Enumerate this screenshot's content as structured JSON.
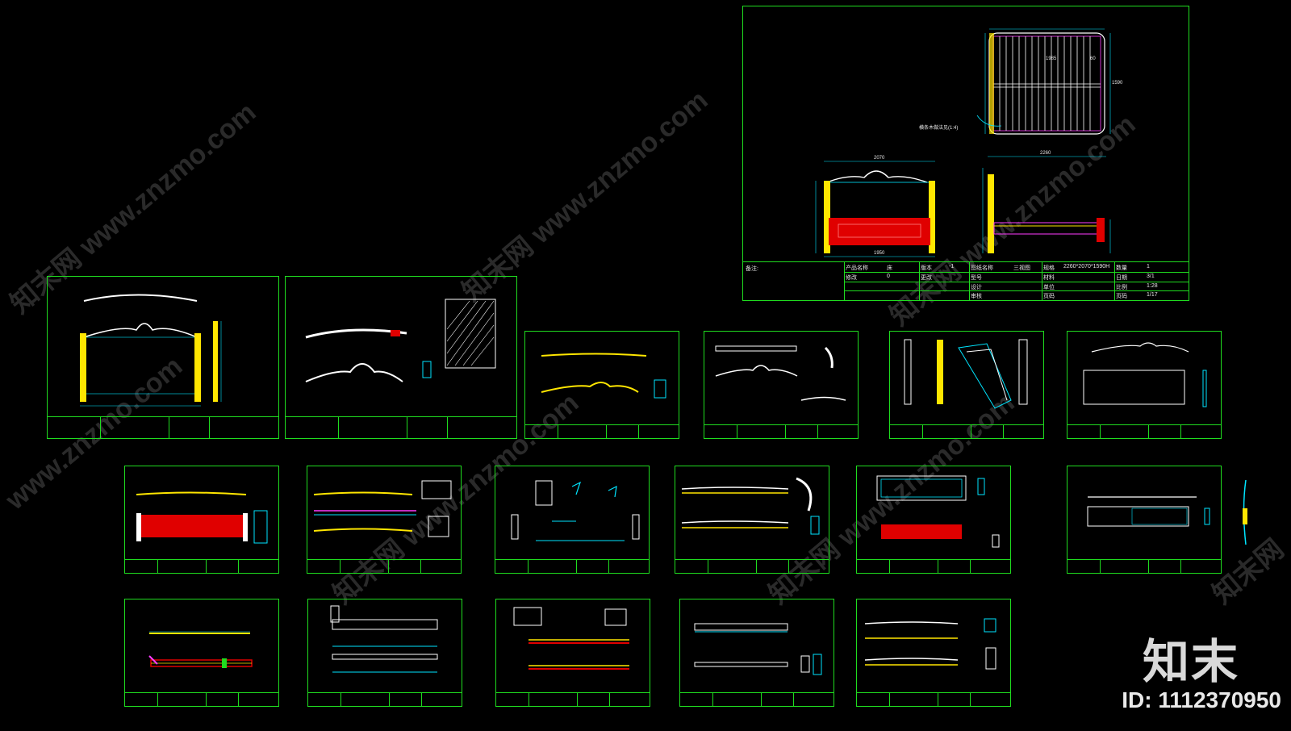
{
  "watermark": {
    "url": "www.znzmo.com",
    "cn": "知末网"
  },
  "brand": {
    "logo_text": "知末",
    "id_text": "ID: 1112370950"
  },
  "main_sheet": {
    "title_block": {
      "remark_label": "备注:",
      "product_name_label": "产品名称",
      "product_name_value": "床",
      "drawing_name_label": "图纸名称",
      "drawing_name_value": "三视图",
      "spec_label": "规格",
      "spec_value": "2260*2070*1590H",
      "qty_label": "数量",
      "qty_value": "1",
      "version_label": "版本",
      "version_value": "-1",
      "model_label": "型号",
      "date_label": "日期",
      "date_value": "3/1",
      "design_label": "设计",
      "material_label": "材料",
      "unit_label": "单位",
      "scale_label": "比例",
      "scale_value": "1:28",
      "check_label": "审核",
      "sheet_label": "页码",
      "sheet_value": "1/17",
      "revision_label": "修改",
      "revision_value": "0",
      "change_label": "更改"
    },
    "dims": {
      "front_width": "2070",
      "side_length": "2260",
      "top_height": "1590",
      "bottom_width": "1950",
      "top_dim_a": "1985",
      "top_dim_b": "60",
      "leader_note": "横条木做法见(1:4)"
    }
  },
  "colors": {
    "frame": "#1fdc1f",
    "bg": "#000000",
    "cyan": "#00e5ff",
    "yellow": "#ffe600",
    "red": "#e00000",
    "magenta": "#ff3cff",
    "white": "#ffffff"
  }
}
